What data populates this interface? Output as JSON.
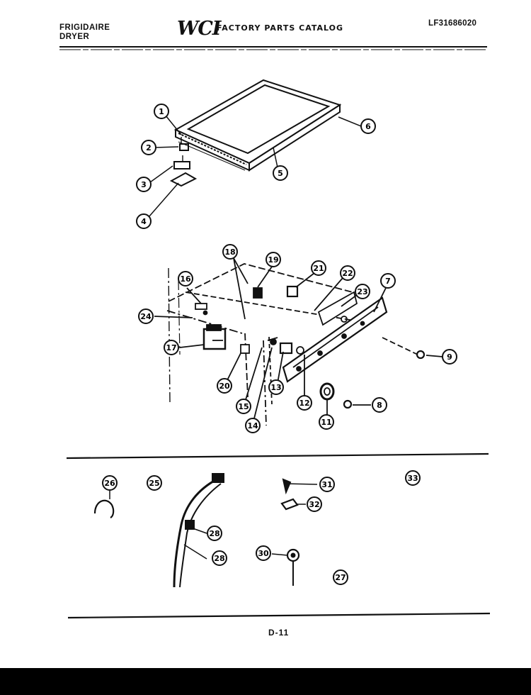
{
  "header": {
    "brand": "FRIGIDAIRE",
    "product": "DRYER",
    "logo": "WCI",
    "catalog_title": "FACTORY PARTS CATALOG",
    "model_number": "LF31686020"
  },
  "footer": {
    "page_number": "D-11"
  },
  "callouts": {
    "c1": "1",
    "c2": "2",
    "c3": "3",
    "c4": "4",
    "c5": "5",
    "c6": "6",
    "c7": "7",
    "c8": "8",
    "c9": "9",
    "c11": "11",
    "c12": "12",
    "c13": "13",
    "c14": "14",
    "c15": "15",
    "c16": "16",
    "c17": "17",
    "c18": "18",
    "c19": "19",
    "c20": "20",
    "c21": "21",
    "c22": "22",
    "c23": "23",
    "c24": "24",
    "c25": "25",
    "c26": "26",
    "c27": "27",
    "c28a": "28",
    "c28b": "28",
    "c30": "30",
    "c31": "31",
    "c32": "32",
    "c33": "33"
  }
}
